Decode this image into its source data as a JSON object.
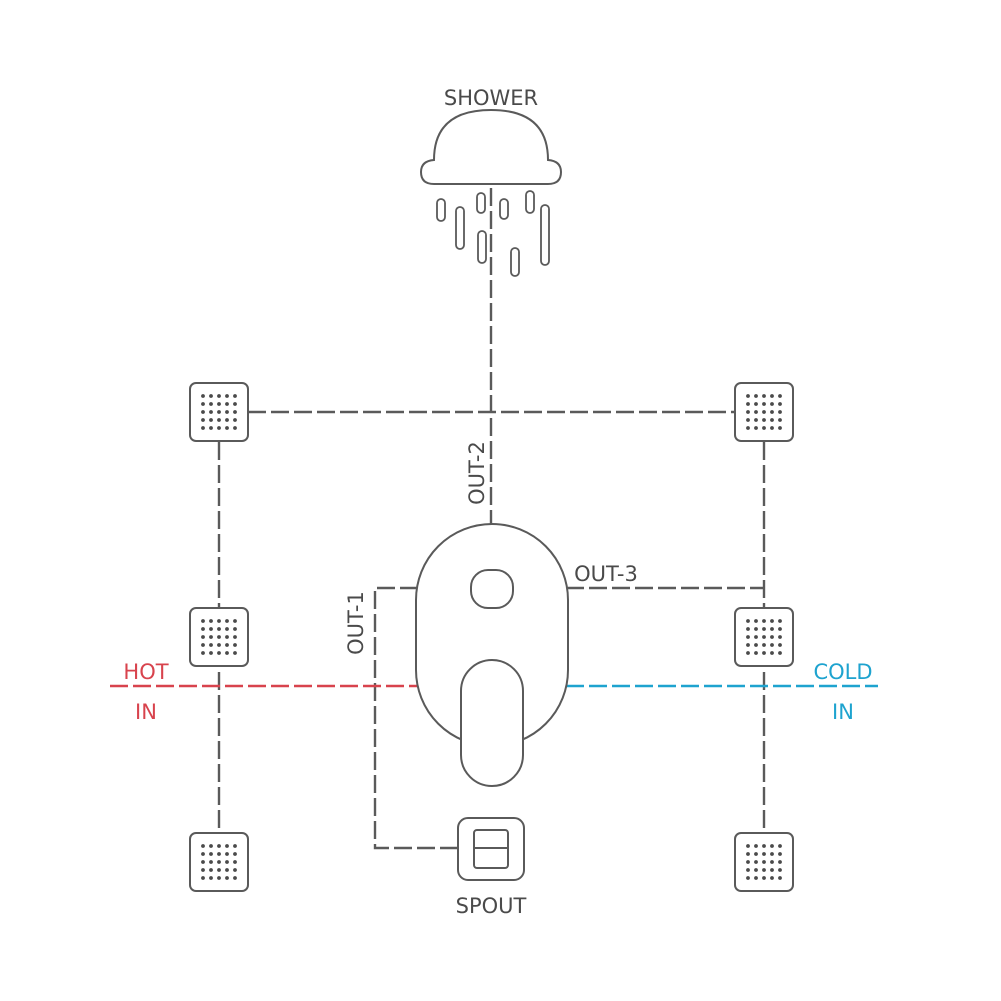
{
  "labels": {
    "shower": "SHOWER",
    "spout": "SPOUT",
    "out1": "OUT-1",
    "out2": "OUT-2",
    "out3": "OUT-3",
    "hot": "HOT",
    "hot_in": "IN",
    "cold": "COLD",
    "cold_in": "IN"
  },
  "colors": {
    "hot": "#d8434d",
    "cold": "#1ea3cf",
    "line": "#5a5a5a"
  },
  "icons": {
    "body_jet": "square-jet-icon",
    "shower": "shower-head-icon",
    "spout": "spout-icon",
    "mixer": "mixer-valve-icon"
  }
}
